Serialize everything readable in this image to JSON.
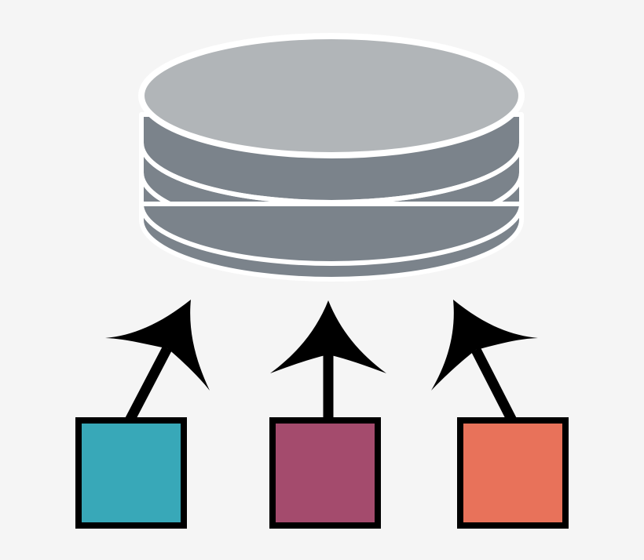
{
  "background": "#f5f5f5",
  "database": {
    "icon": "database-icon",
    "top_color": "#b1b5b8",
    "side_color": "#7b838b",
    "outline_color": "#ffffff",
    "disk_count": 4
  },
  "arrows": {
    "color": "#000000",
    "count": 3,
    "direction": "up-to-database"
  },
  "sources": [
    {
      "name": "source-box-teal",
      "color": "#38a8b8"
    },
    {
      "name": "source-box-plum",
      "color": "#a44b6d"
    },
    {
      "name": "source-box-coral",
      "color": "#e8725a"
    }
  ],
  "box_border_color": "#000000"
}
